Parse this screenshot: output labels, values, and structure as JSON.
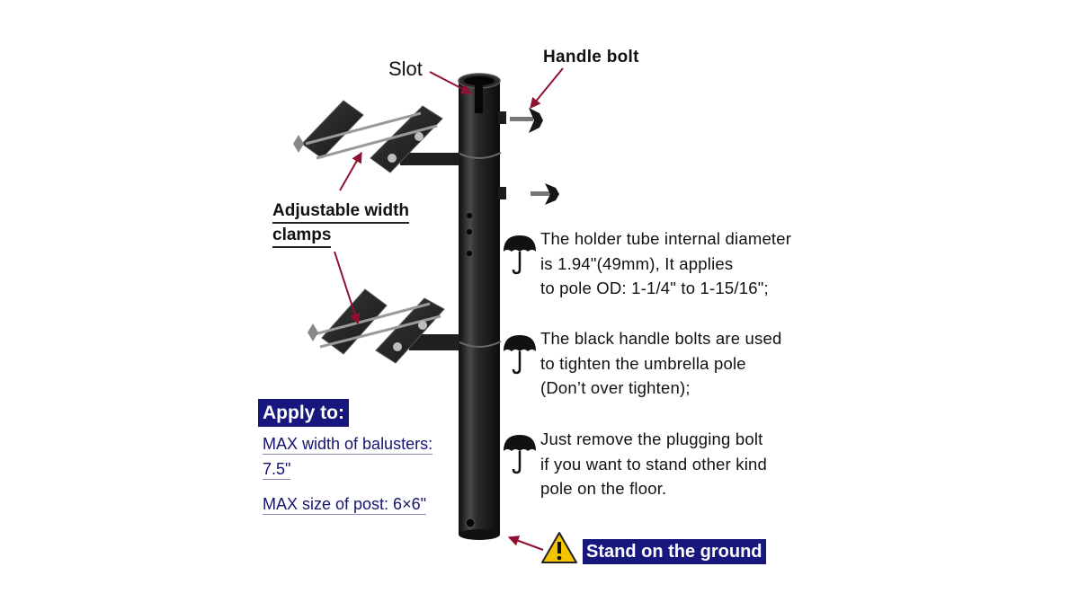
{
  "labels": {
    "slot": "Slot",
    "handle_bolt": "Handle bolt",
    "clamps_line1": "Adjustable width",
    "clamps_line2": "clamps"
  },
  "notes": [
    {
      "lines": [
        "The holder tube internal diameter",
        "is 1.94\"(49mm), It applies",
        "to pole OD: 1-1/4\" to 1-15/16\";"
      ]
    },
    {
      "lines": [
        "The black handle bolts are used",
        "to tighten the umbrella pole",
        "(Don’t over tighten);"
      ]
    },
    {
      "lines": [
        "Just remove the plugging bolt",
        "if you want to stand other kind",
        "pole on the floor."
      ]
    }
  ],
  "apply": {
    "heading": "Apply to:",
    "items": [
      "MAX width of balusters:",
      "7.5\"",
      "MAX size of post: 6×6\""
    ]
  },
  "ground_label": "Stand on the ground",
  "icons": [
    "umbrella-icon",
    "warning-icon"
  ],
  "colors": {
    "arrow": "#8f1030",
    "badge": "#17177e",
    "pole": "#232323",
    "warning": "#f5c400"
  }
}
